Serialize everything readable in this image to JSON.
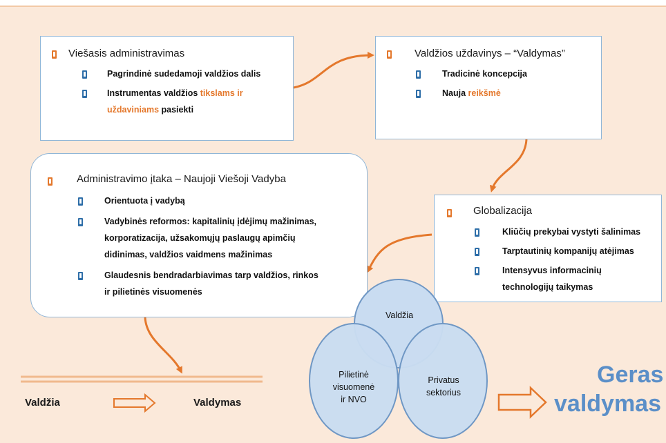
{
  "box1": {
    "title": "Viešasis administravimas",
    "item1": "Pagrindinė sudedamoji valdžios dalis",
    "item2_a": "Instrumentas valdžios ",
    "item2_hl1": "tikslams ir",
    "item2_hl2": "uždaviniams",
    "item2_b": " pasiekti"
  },
  "box2": {
    "title": "Valdžios uždavinys – “Valdymas”",
    "item1": "Tradicinė koncepcija",
    "item2_a": "Nauja ",
    "item2_hl": "reikšmė"
  },
  "box3": {
    "title": "Administravimo įtaka – Naujoji Viešoji Vadyba",
    "item1": "Orientuota į vadybą",
    "item2_l1": "Vadybinės reformos: kapitalinių įdėjimų mažinimas,",
    "item2_l2": "korporatizacija, užsakomųjų paslaugų apimčių",
    "item2_l3": "didinimas, valdžios vaidmens mažinimas",
    "item3_l1": "Glaudesnis bendradarbiavimas tarp valdžios, rinkos",
    "item3_l2": "ir pilietinės visuomenės"
  },
  "box4": {
    "title": "Globalizacija",
    "item1": "Kliūčių prekybai vystyti šalinimas",
    "item2": "Tarptautinių kompanijų atėjimas",
    "item3_l1": "Intensyvus informacinių",
    "item3_l2": "technologijų taikymas"
  },
  "venn": {
    "top": "Valdžia",
    "left_l1": "Pilietinė",
    "left_l2": "visuomenė",
    "left_l3": "ir NVO",
    "right_l1": "Privatus",
    "right_l2": "sektorius"
  },
  "result": {
    "line1": "Geras",
    "line2": "valdymas"
  },
  "bottom": {
    "from": "Valdžia",
    "to": "Valdymas"
  },
  "colors": {
    "accent": "#e4782c",
    "blue": "#2e6ea8",
    "background": "#fbe9da",
    "circle": "#c9dcf1"
  }
}
